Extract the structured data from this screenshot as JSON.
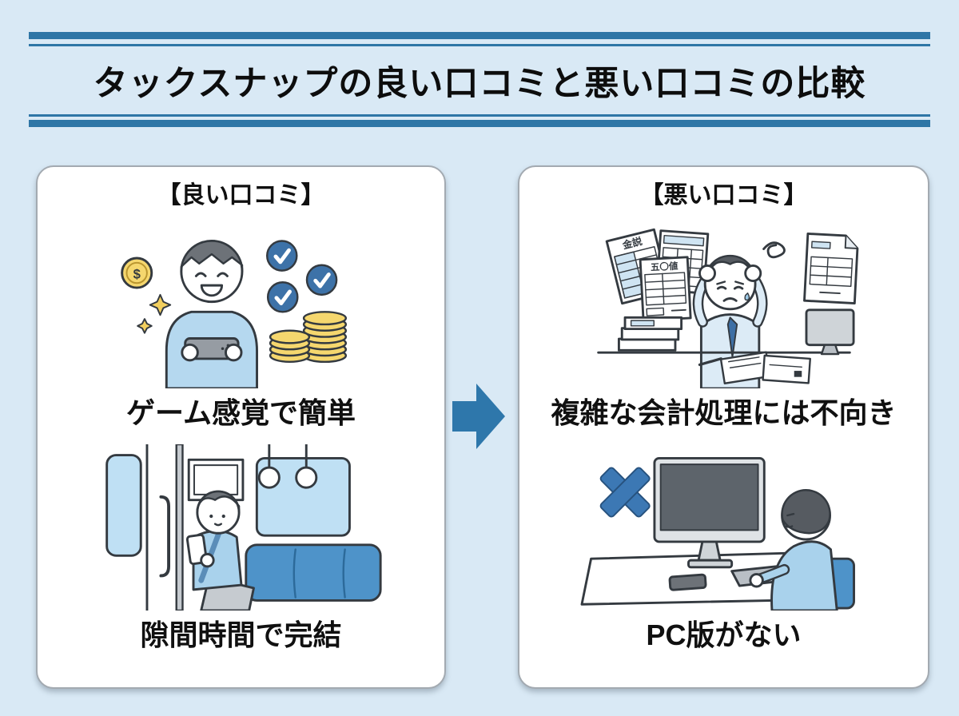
{
  "header": {
    "title": "タックスナップの良い口コミと悪い口コミの比較"
  },
  "cards": {
    "good": {
      "title": "【良い口コミ】",
      "items": [
        {
          "caption": "ゲーム感覚で簡単",
          "illustration": "person-playing-smartphone-game-with-coins-and-checkmarks"
        },
        {
          "caption": "隙間時間で完結",
          "illustration": "person-using-phone-on-train-seat"
        }
      ]
    },
    "bad": {
      "title": "【悪い口コミ】",
      "items": [
        {
          "caption": "複雑な会計処理には不向き",
          "illustration": "stressed-worker-with-tax-documents-and-computer"
        },
        {
          "caption": "PC版がない",
          "illustration": "desktop-computer-with-cross-mark"
        }
      ]
    }
  },
  "arrow": {
    "direction": "right"
  },
  "illustration_text": {
    "coin_symbol": "$",
    "doc1_label": "金説",
    "doc2_label": "五〇値"
  },
  "colors": {
    "background": "#d9e9f5",
    "rule_line": "#2e76a6",
    "arrow": "#2e77ab",
    "card_border": "#a3aab1",
    "check_circle": "#3d72a8",
    "coin_gold": "#f5d76e",
    "illustration_light_blue": "#b5d8ef",
    "illustration_mid_blue": "#4e93c9",
    "outline": "#343a40",
    "title_text": "#0d0d0d"
  }
}
